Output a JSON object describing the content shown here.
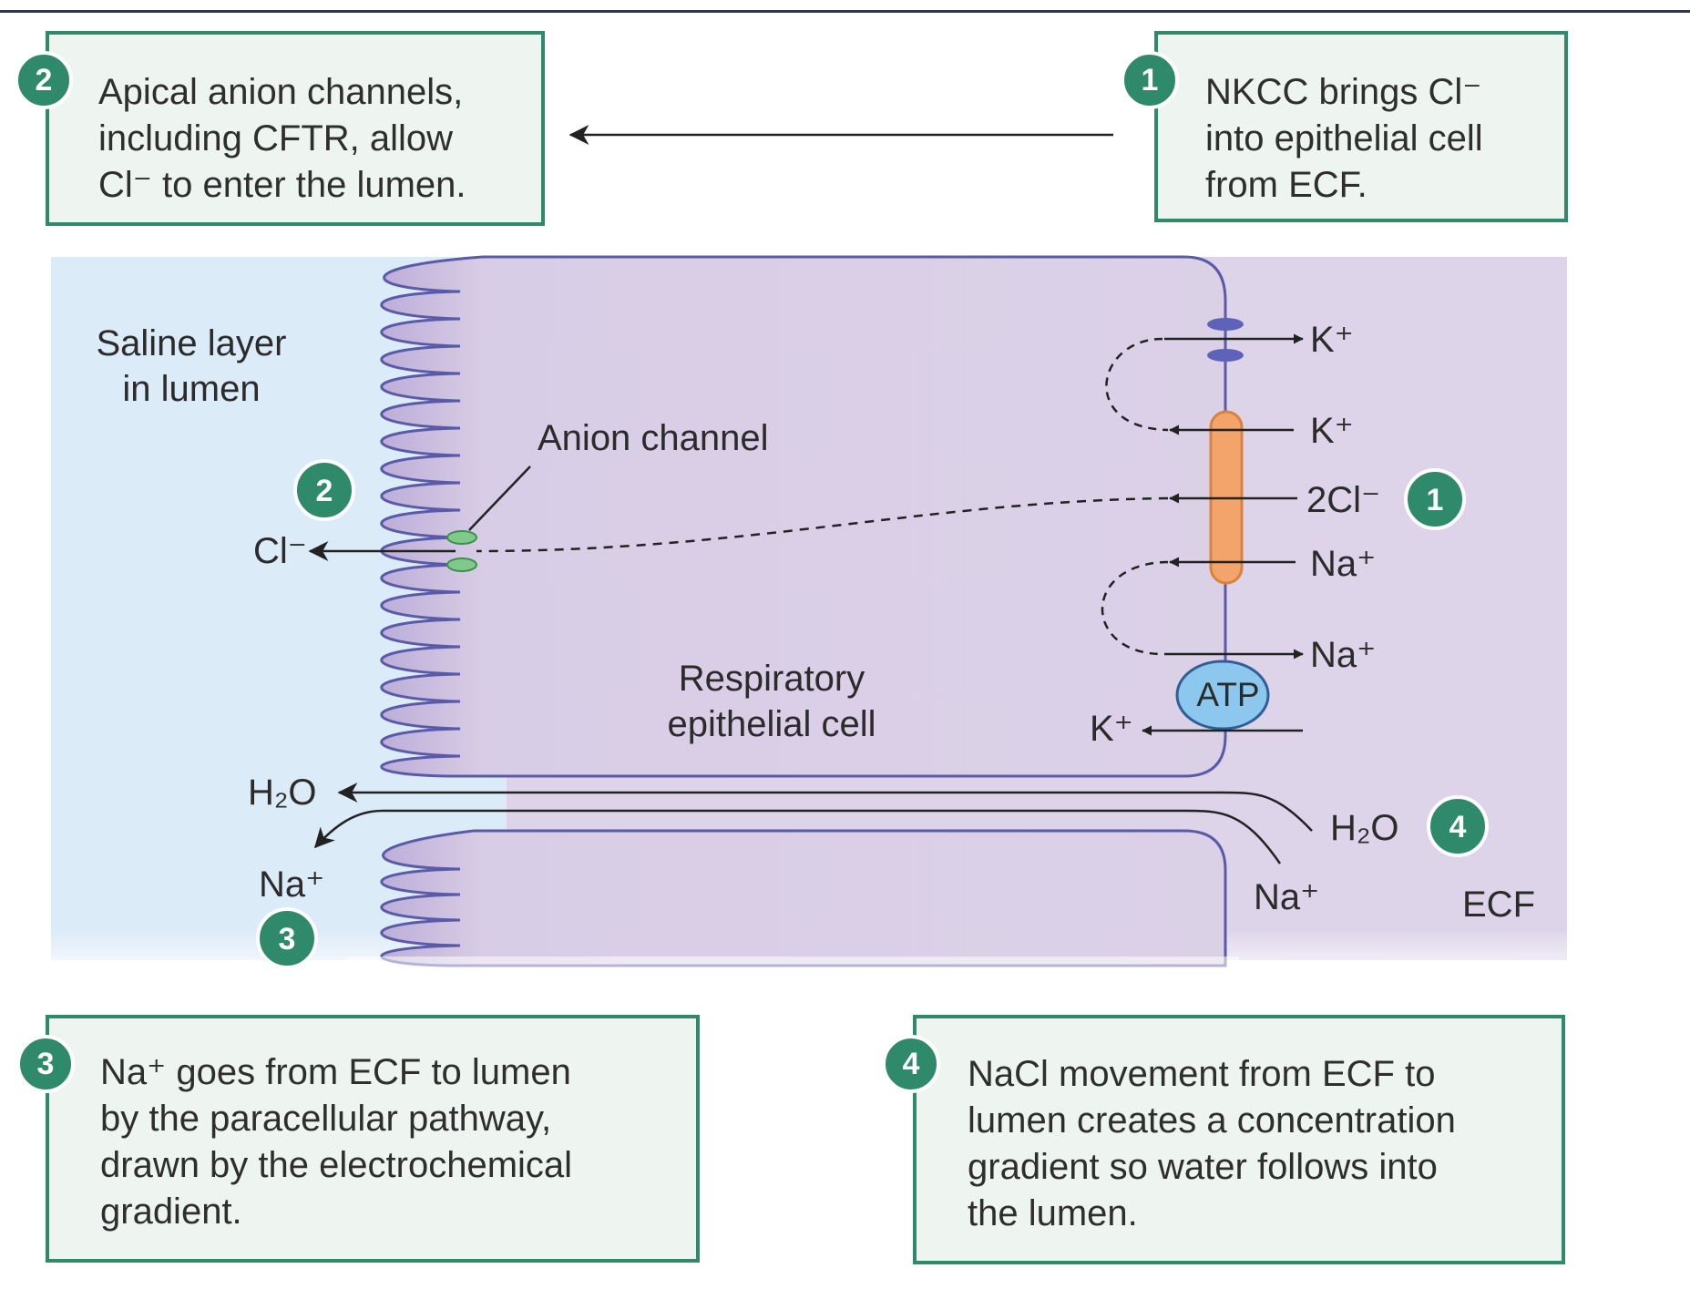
{
  "callouts": {
    "box1": {
      "number": "1",
      "lines": [
        "NKCC brings Cl⁻",
        "into epithelial cell",
        "from ECF."
      ]
    },
    "box2": {
      "number": "2",
      "lines": [
        "Apical anion channels,",
        "including CFTR, allow",
        "Cl⁻ to enter the lumen."
      ]
    },
    "box3": {
      "number": "3",
      "lines": [
        "Na⁺ goes from ECF to lumen",
        "by the paracellular pathway,",
        "drawn by the electrochemical",
        "gradient."
      ]
    },
    "box4": {
      "number": "4",
      "lines": [
        "NaCl movement from ECF to",
        "lumen creates a concentration",
        "gradient so water follows into",
        "the lumen."
      ]
    }
  },
  "labels": {
    "saline_layer": [
      "Saline layer",
      "in lumen"
    ],
    "anion_channel": "Anion channel",
    "epithelial_cell": [
      "Respiratory",
      "epithelial cell"
    ],
    "ecf": "ECF",
    "atp": "ATP"
  },
  "ions": {
    "k_out_top": "K⁺",
    "k_in_nkcc": "K⁺",
    "cl_nkcc": "2Cl⁻",
    "na_in_nkcc": "Na⁺",
    "na_out_pump": "Na⁺",
    "k_in_pump": "K⁺",
    "cl_lumen": "Cl⁻",
    "h2o_lumen": "H₂O",
    "na_lumen": "Na⁺",
    "h2o_ecf": "H₂O",
    "na_ecf": "Na⁺"
  },
  "markers": {
    "apical_channel": "2",
    "nkcc": "1",
    "water": "4",
    "paracellular": "3"
  },
  "colors": {
    "accent": "#2f8a6b",
    "lumen": "#dcebf8",
    "ecf": "#dcd3ea",
    "cell": "#d9cfe6",
    "nkcc": "#f2a46a",
    "atp": "#8cc7ee",
    "channel": "#7fc98a"
  }
}
